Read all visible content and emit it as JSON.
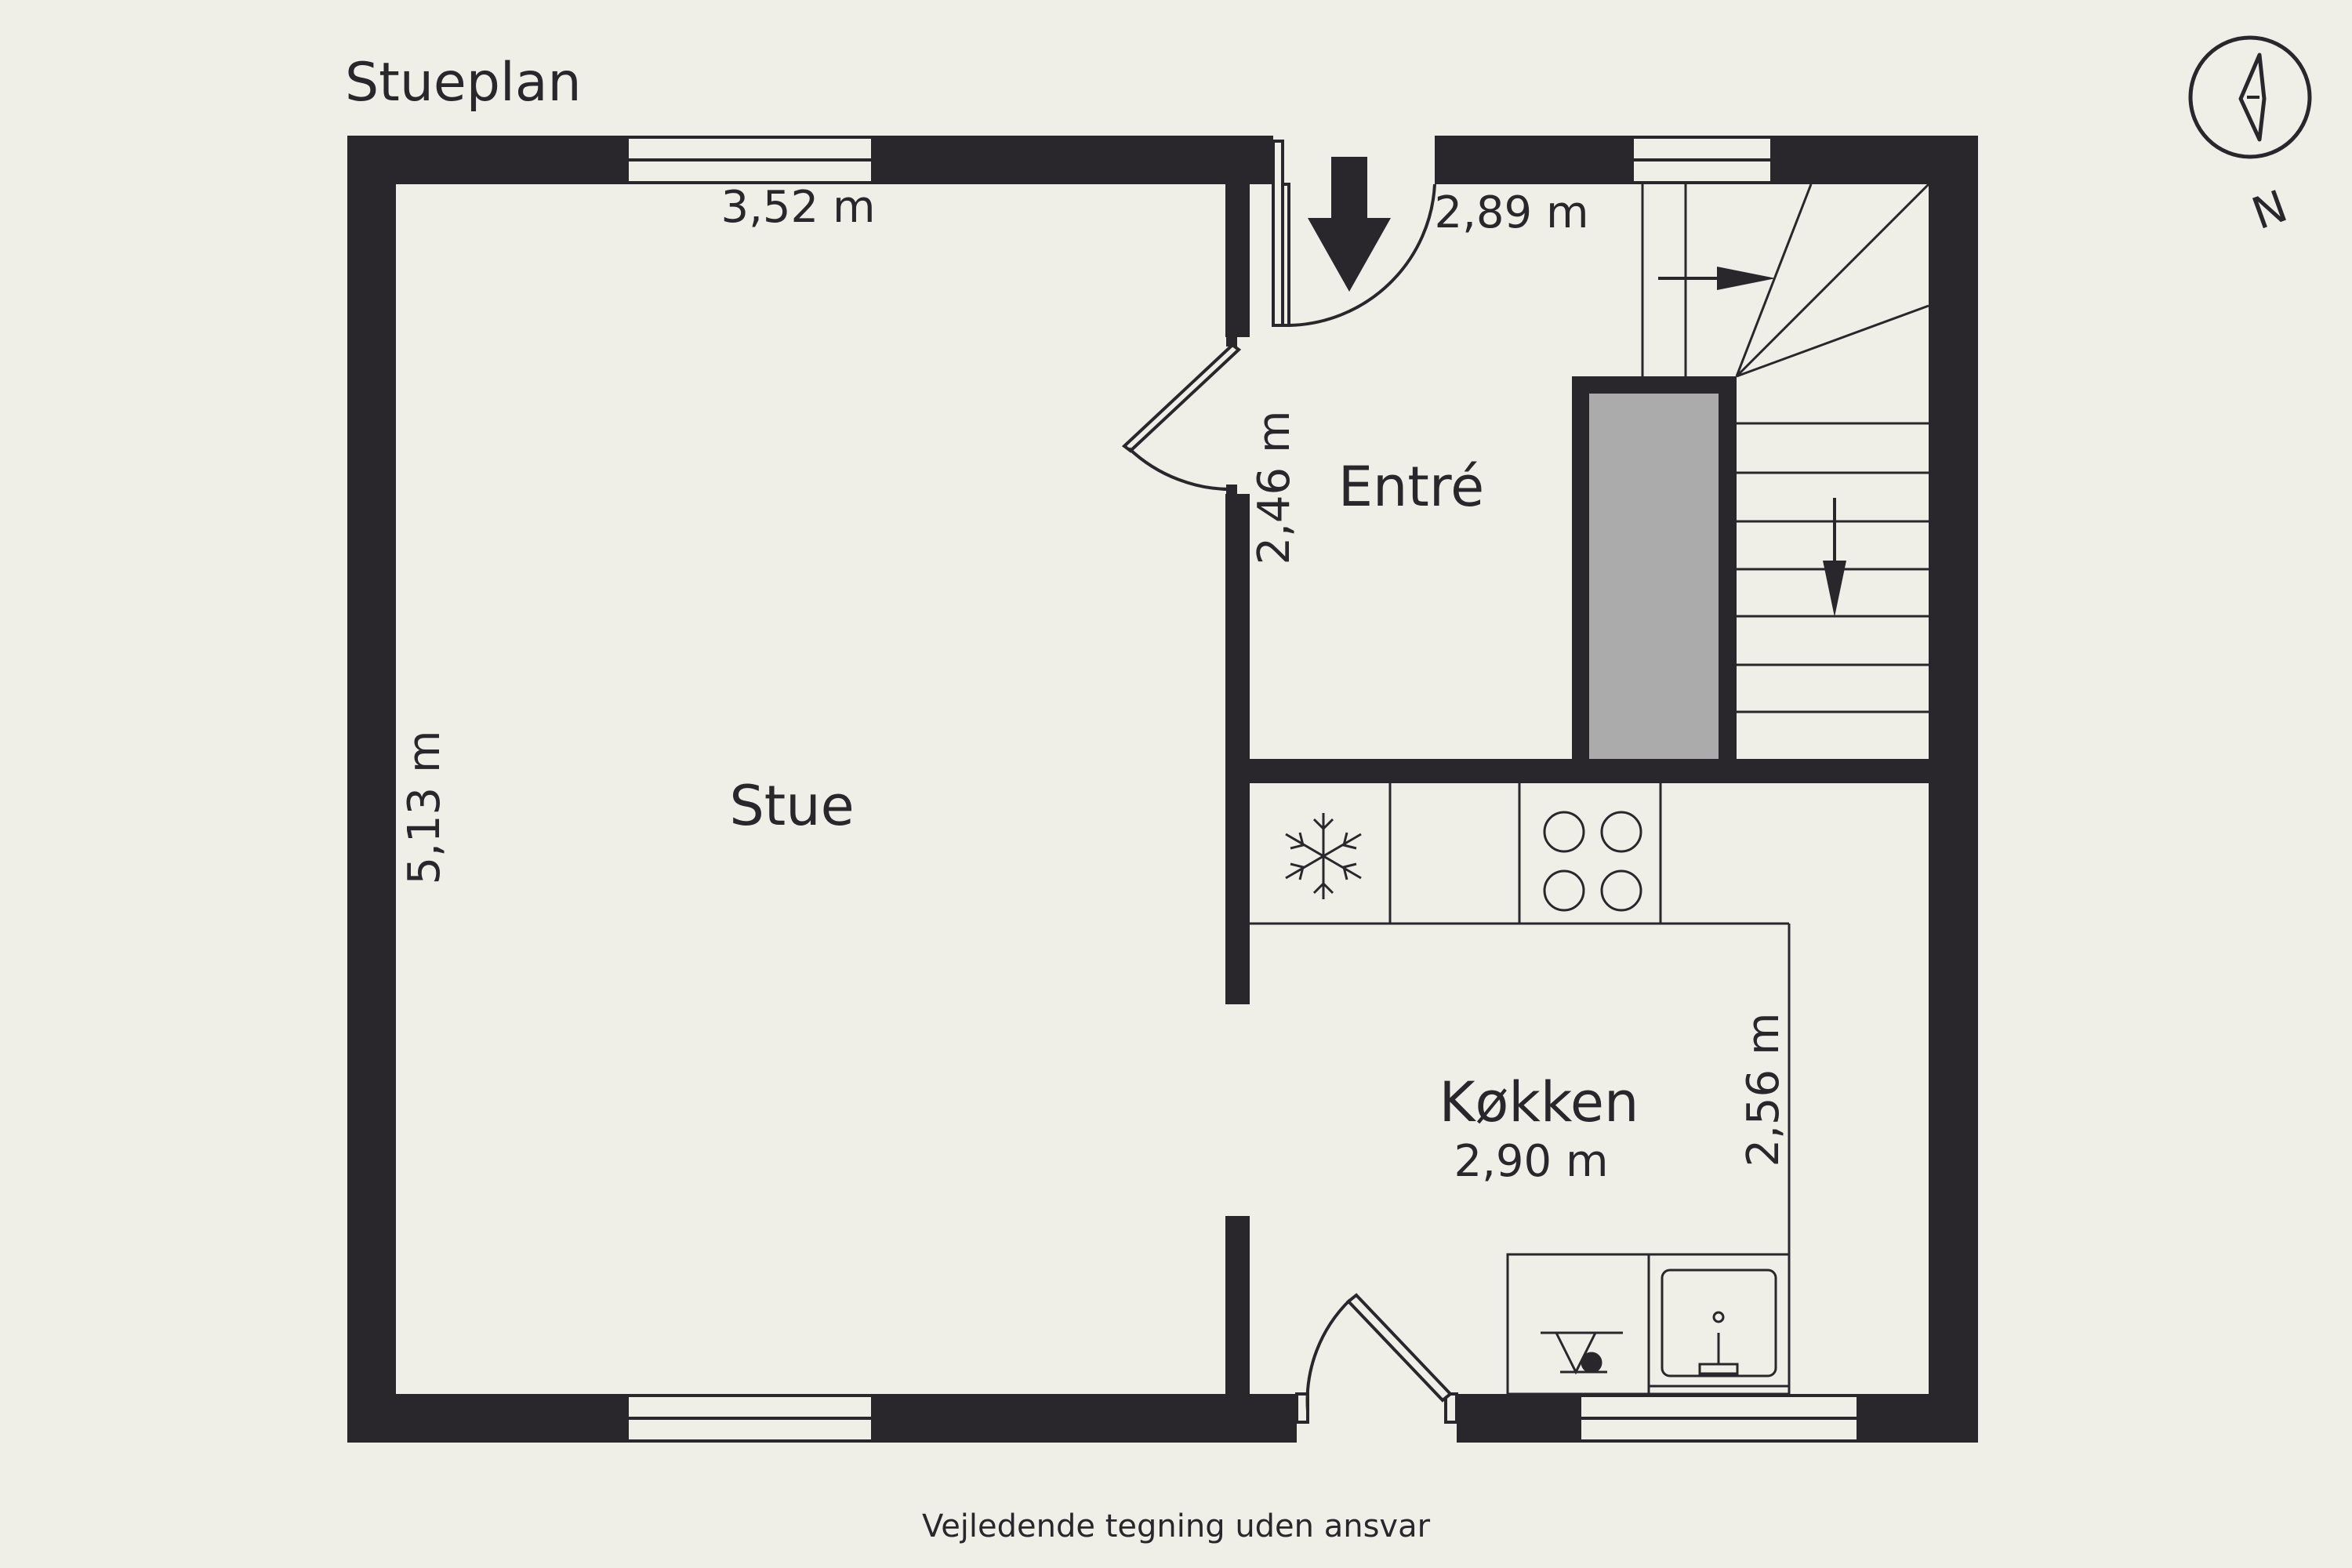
{
  "plan": {
    "title": "Stueplan",
    "disclaimer": "Vejledende tegning uden ansvar",
    "compass_label": "N",
    "rooms": {
      "stue": "Stue",
      "entre": "Entré",
      "kokken": "Køkken"
    },
    "dimensions": {
      "stue_width": "3,52 m",
      "stue_length": "5,13 m",
      "entre_width": "2,89 m",
      "entre_length": "2,46 m",
      "kokken_width": "2,90 m",
      "kokken_length": "2,56 m"
    },
    "icons": [
      "entrance-arrow-icon",
      "snowflake-icon",
      "hob-icon",
      "sink-icon",
      "washer-icon",
      "compass-icon"
    ],
    "colors": {
      "background": "#f0efe7",
      "wall": "#2a272c",
      "stair_core": "#ababab"
    }
  }
}
